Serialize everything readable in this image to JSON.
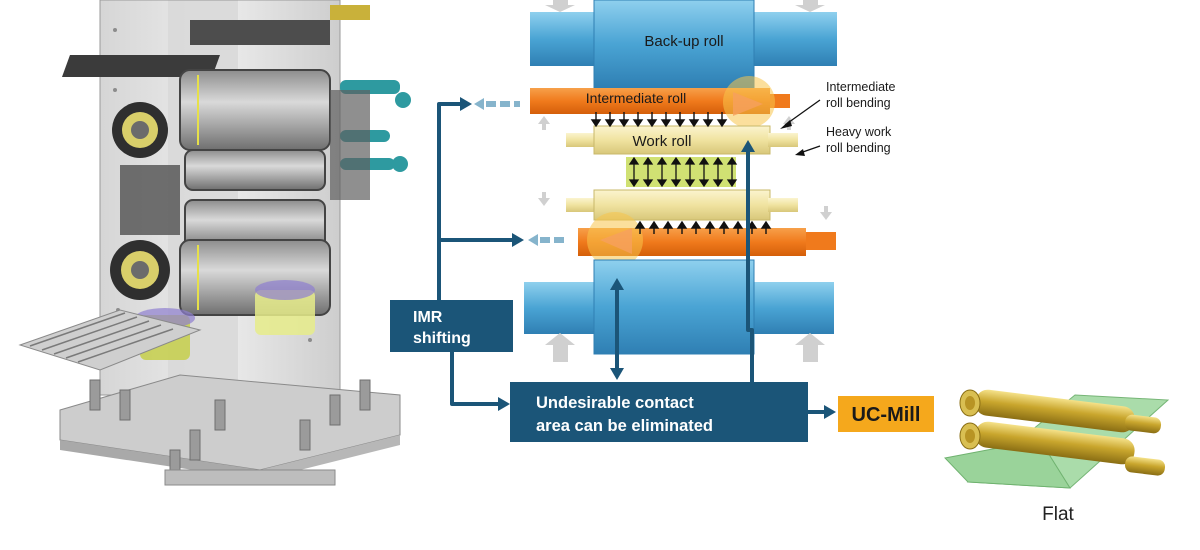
{
  "labels": {
    "backup_roll": "Back-up roll",
    "intermediate_roll": "Intermediate roll",
    "work_roll": "Work roll",
    "intermediate_bending_1": "Intermediate",
    "intermediate_bending_2": "roll bending",
    "heavy_bending_1": "Heavy work",
    "heavy_bending_2": "roll bending",
    "imr_1": "IMR",
    "imr_2": "shifting",
    "undesirable_1": "Undesirable contact",
    "undesirable_2": "area can be eliminated",
    "ucmill": "UC-Mill",
    "flat": "Flat"
  },
  "colors": {
    "backup_roll": "#5aaed6",
    "intermediate_roll": "#f07a1c",
    "work_roll": "#f2e6a6",
    "navy": "#1b5578",
    "ucmill": "#f5a81c",
    "highlight": "#f7c54a",
    "sheet": "#9ad39a",
    "gold": "#c9a62d"
  }
}
